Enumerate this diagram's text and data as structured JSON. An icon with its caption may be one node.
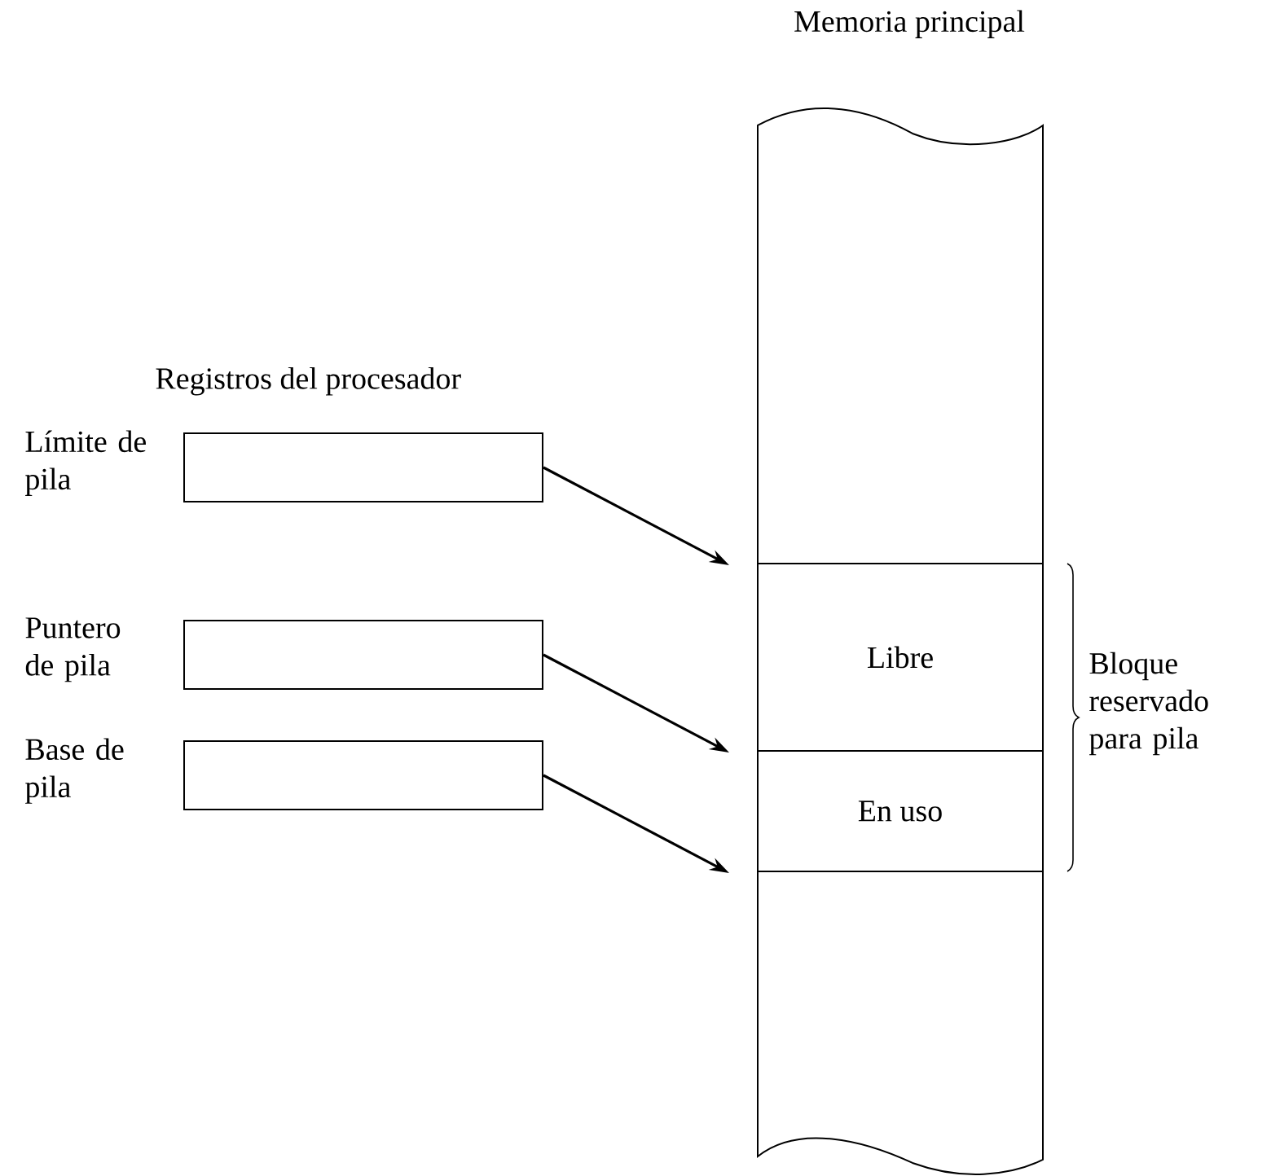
{
  "diagram": {
    "nodes": [
      {
        "text": [
          "Memoria principal"
        ]
      },
      {
        "text": [
          "Límite de pila"
        ]
      },
      {
        "text": [
          "Puntero de pila"
        ]
      },
      {
        "text": [
          "Base de pila"
        ]
      },
      {
        "text": [
          "Libre"
        ],
        "in": 0
      },
      {
        "text": [
          "En uso"
        ],
        "in": 0
      }
    ],
    "edges": [
      {
        "from": 1,
        "to": 4,
        "arrow": "to"
      },
      {
        "from": 2,
        "to": 5,
        "arrow": "to"
      },
      {
        "from": 3,
        "to": 5,
        "arrow": "to"
      }
    ],
    "labels": [
      "Registros del procesador",
      "Bloque reservado para pila"
    ]
  }
}
